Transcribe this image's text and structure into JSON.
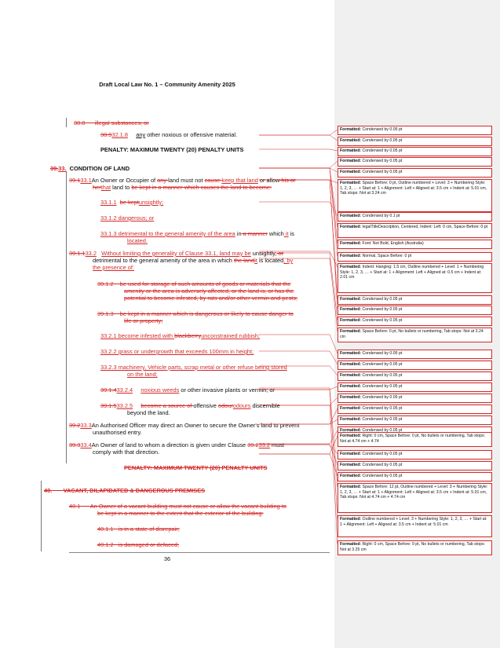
{
  "header": {
    "title": "Draft Local Law No. 1 – Community Amenity 2025"
  },
  "body": {
    "l1": {
      "num": "38.8",
      "text": "illegal substances; or"
    },
    "l2": {
      "num_del": "38.9",
      "num_ins": "32.1.8",
      "text_a": "any",
      "text_b": " other",
      "text_c": " noxious",
      "text_d": " or",
      "text_e": " offensive material."
    },
    "l3": {
      "text": "PENALTY: MAXIMUM TWENTY (20) PENALTY UNITS"
    },
    "l4": {
      "num_del": "39.",
      "num_ins": "33.",
      "text": "CONDITION OF LAND"
    },
    "l5": {
      "num_del": "39.1",
      "num_ins": "33.1",
      "a": "An Owner or Occupier of ",
      "b": "any ",
      "c": "land must not ",
      "d": "cause ",
      "e": "keep that land",
      "f": " or ",
      "g": "allow",
      "h": " his or"
    },
    "l6": {
      "a": "her",
      "b": "that",
      "c": " land to ",
      "d": "be kept in a manner which causes the land to become:"
    },
    "l7": {
      "num": "33.1.1",
      "del": "be kept",
      "ins": "unsightly;"
    },
    "l8": {
      "text": "33.1.2  dangerous; or"
    },
    "l9": {
      "a": "33.1.3  detrimental to the general amenity of the area",
      "b": " in",
      "c": " a manner",
      "d": " which",
      "e": " it",
      "f": " is"
    },
    "l10": {
      "text": "located."
    },
    "l11": {
      "num_del": "39.1.1",
      "num_ins": "33.2",
      "a": "Without limiting the generality of Clause 33.1, land may be",
      "b": " unsightly,",
      "c": " or"
    },
    "l12": {
      "a": "detrimental",
      "b": " to",
      "c": " the",
      "d": " general amenity of the area in which ",
      "e": "the land",
      "f": "it",
      "g": " is located",
      "h": ", by"
    },
    "l13": {
      "text": "the presence of:"
    },
    "l14": {
      "num": "39.1.2",
      "text": "be used for storage of such amounts of goods or materials that the"
    },
    "l15": {
      "text": "amenity or the area is adversely affected, or the land is, or has the"
    },
    "l16": {
      "text": "potential to become infested, by rats and/or other vermin and pests;"
    },
    "l17": {
      "num": "39.1.3",
      "text": "be kept in a manner which is dangerous or likely to cause danger to"
    },
    "l18": {
      "text": "life or property;"
    },
    "l19": {
      "a": "33.2.1  become infested with ",
      "b": "blackberry",
      "c": "unconstrained rubbish;"
    },
    "l20": {
      "text": "33.2.2  grass or undergrowth that exceeds 100mm in height;"
    },
    "l21": {
      "text": "33.2.3  machinery, Vehicle parts, scrap metal or other refuse being stored"
    },
    "l22": {
      "text": "on the land;"
    },
    "l23": {
      "num_del": "39.1.4",
      "num_ins": "33.2.4",
      "a": "noxious weeds",
      "b": " or other invasive plants or vermin; or"
    },
    "l24": {
      "num_del": "39.1.5",
      "num_ins": "33.2.5",
      "a": "become a source of ",
      "b": "offensive ",
      "c": "odour",
      "d": "odours",
      "e": " discernible"
    },
    "l25": {
      "text": "beyond the land."
    },
    "l26": {
      "num_del": "39.2",
      "num_ins": "33.3",
      "text": "An Authorised Officer may direct an Owner to secure the Owner's land to prevent"
    },
    "l27": {
      "text": "unauthorised entry."
    },
    "l28": {
      "num_del": "39.3",
      "num_ins": "33.4",
      "a": "An Owner of land to whom a direction is given under Clause ",
      "b": "39.2",
      "c": "33.2",
      "d": " must"
    },
    "l29": {
      "text": "comply with that direction."
    },
    "l30": {
      "text": "PENALTY: MAXIMUM TWENTY (20) PENALTY UNITS"
    },
    "l31": {
      "num": "40.",
      "text": "VACANT, DILAPIDATED & DANGEROUS PREMISES"
    },
    "l32": {
      "num": "40.1",
      "text": "An Owner of a vacant building must not cause or allow the vacant building to"
    },
    "l33": {
      "text": "be kept in a manner to the extent that the exterior of the building:"
    },
    "l34": {
      "num": "40.1.1",
      "text": "is in a state of disrepair;"
    },
    "l35": {
      "num": "40.1.2",
      "text": "is damaged or defaced;"
    },
    "page_number": "36"
  },
  "comments": [
    {
      "label": "Formatted:",
      "text": " Condensed by  0.05 pt"
    },
    {
      "label": "Formatted:",
      "text": " Condensed by  0.05 pt"
    },
    {
      "label": "Formatted:",
      "text": " Condensed by  0.05 pt"
    },
    {
      "label": "Formatted:",
      "text": " Condensed by  0.05 pt"
    },
    {
      "label": "Formatted:",
      "text": " Condensed by  0.05 pt"
    },
    {
      "label": "Formatted:",
      "text": " Space Before:  0 pt, Outline numbered + Level: 3 + Numbering Style: 1, 2, 3, … + Start at: 1 + Alignment: Left + Aligned at:  3.5 cm + Indent at:  5.01 cm, Tab stops: Not at  3.24 cm"
    },
    {
      "label": "Formatted:",
      "text": " Condensed by  0.1 pt"
    },
    {
      "label": "Formatted:",
      "text": " legalTitleDescription, Centered, Indent: Left: 0 cm, Space Before:  0 pt"
    },
    {
      "label": "Formatted:",
      "text": " Font: Not Bold, English (Australia)"
    },
    {
      "label": "Formatted:",
      "text": " Normal, Space Before:  0 pt"
    },
    {
      "label": "Formatted:",
      "text": " Indent: Hanging:  1.5 cm, Outline numbered + Level: 1 + Numbering Style: 1, 2, 3, … + Start at: 1 + Alignment: Left + Aligned at:  0.5 cm + Indent at:  2.01 cm"
    },
    {
      "label": "Formatted:",
      "text": " Condensed by  0.05 pt"
    },
    {
      "label": "Formatted:",
      "text": " Condensed by  0.05 pt"
    },
    {
      "label": "Formatted:",
      "text": " Condensed by  0.05 pt"
    },
    {
      "label": "Formatted:",
      "text": " Space Before:  0 pt,  No bullets or numbering, Tab stops: Not at  3.24 cm"
    },
    {
      "label": "Formatted:",
      "text": " Condensed by  0.05 pt"
    },
    {
      "label": "Formatted:",
      "text": " Condensed by  0.05 pt"
    },
    {
      "label": "Formatted:",
      "text": " Condensed by  0.05 pt"
    },
    {
      "label": "Formatted:",
      "text": " Condensed by  0.05 pt"
    },
    {
      "label": "Formatted:",
      "text": " Condensed by  0.05 pt"
    },
    {
      "label": "Formatted:",
      "text": " Condensed by  0.05 pt"
    },
    {
      "label": "Formatted:",
      "text": " Condensed by  0.05 pt"
    },
    {
      "label": "Formatted:",
      "text": " Condensed by  0.05 pt"
    },
    {
      "label": "Formatted:",
      "text": " Right:  0 cm, Space Before:  0 pt,  No bullets or numbering, Tab stops: Not at  4.74 cm +  4.74"
    },
    {
      "label": "Formatted:",
      "text": " Condensed by  0.05 pt"
    },
    {
      "label": "Formatted:",
      "text": " Condensed by  0.05 pt"
    },
    {
      "label": "Formatted:",
      "text": " Condensed by  0.05 pt"
    },
    {
      "label": "Formatted:",
      "text": " Space Before:  12 pt, Outline numbered + Level: 3 + Numbering Style: 1, 2, 3, … + Start at: 1 + Alignment: Left + Aligned at:  3.5 cm + Indent at:  5.01 cm, Tab stops: Not at  4.74 cm +  4.74 cm"
    },
    {
      "label": "Formatted:",
      "text": " Outline numbered + Level: 3 + Numbering Style: 1, 2, 3, … + Start at: 1 + Alignment: Left + Aligned at:  3.5 cm + Indent at:  5.01 cm"
    },
    {
      "label": "Formatted:",
      "text": " Right:  0 cm, Space Before:  0 pt,  No bullets or numbering, Tab stops: Not at  3.25 cm"
    }
  ]
}
